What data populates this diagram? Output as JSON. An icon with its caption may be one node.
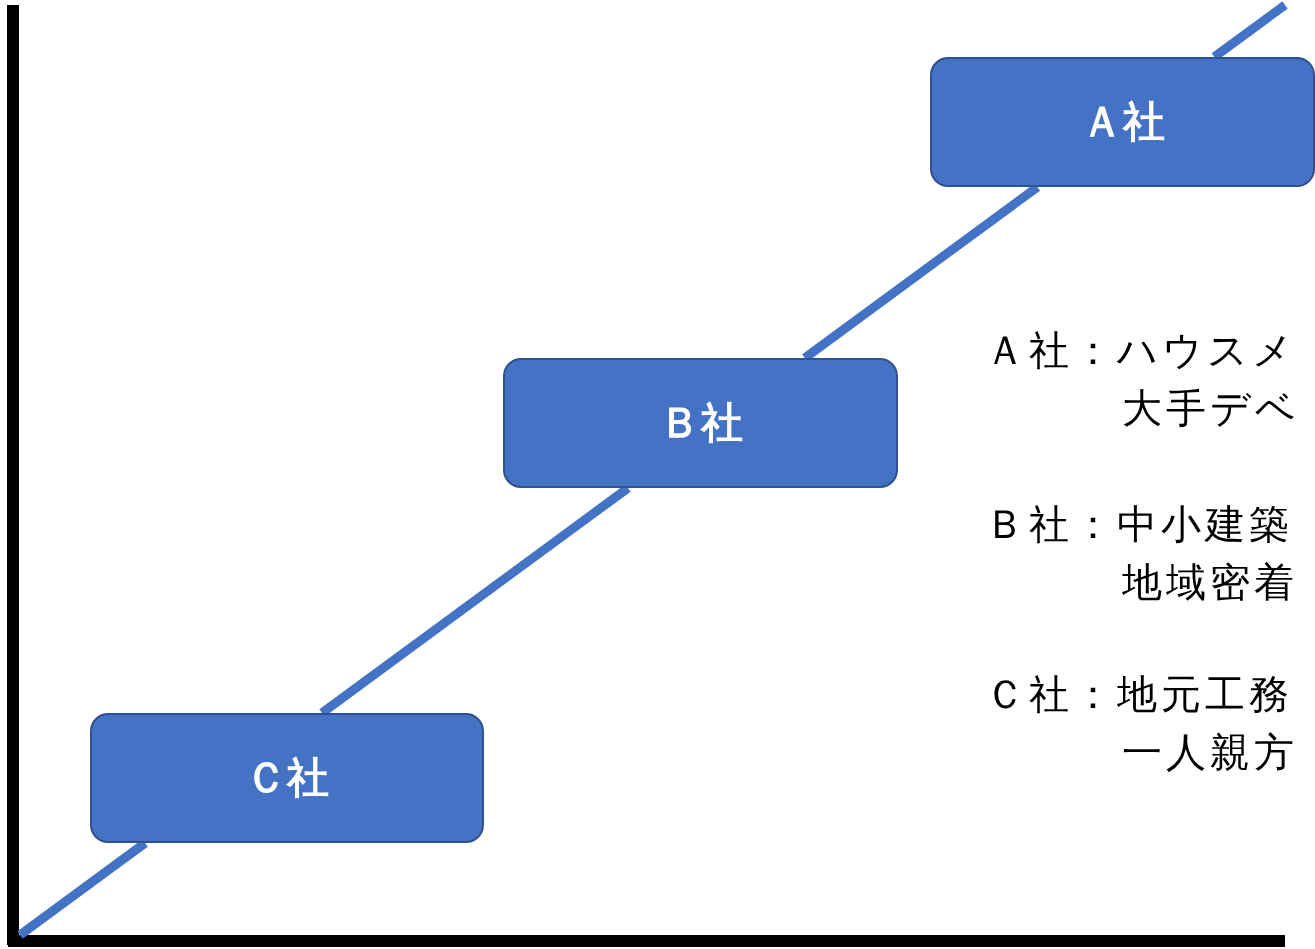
{
  "diagram": {
    "nodes": [
      {
        "text": [
          "Ａ社"
        ]
      },
      {
        "text": [
          "Ｂ社"
        ]
      },
      {
        "text": [
          "Ｃ社"
        ]
      }
    ],
    "edges": [
      {
        "from": null,
        "to": 2,
        "arrow": "none"
      },
      {
        "from": 2,
        "to": 1,
        "arrow": "none"
      },
      {
        "from": 1,
        "to": 0,
        "arrow": "none"
      },
      {
        "from": 0,
        "to": null,
        "arrow": "none"
      }
    ],
    "labels": [
      "Ａ社：ハウスメ",
      "大手デベ",
      "Ｂ社：中小建築",
      "地域密着",
      "Ｃ社：地元工務",
      "一人親方"
    ]
  }
}
